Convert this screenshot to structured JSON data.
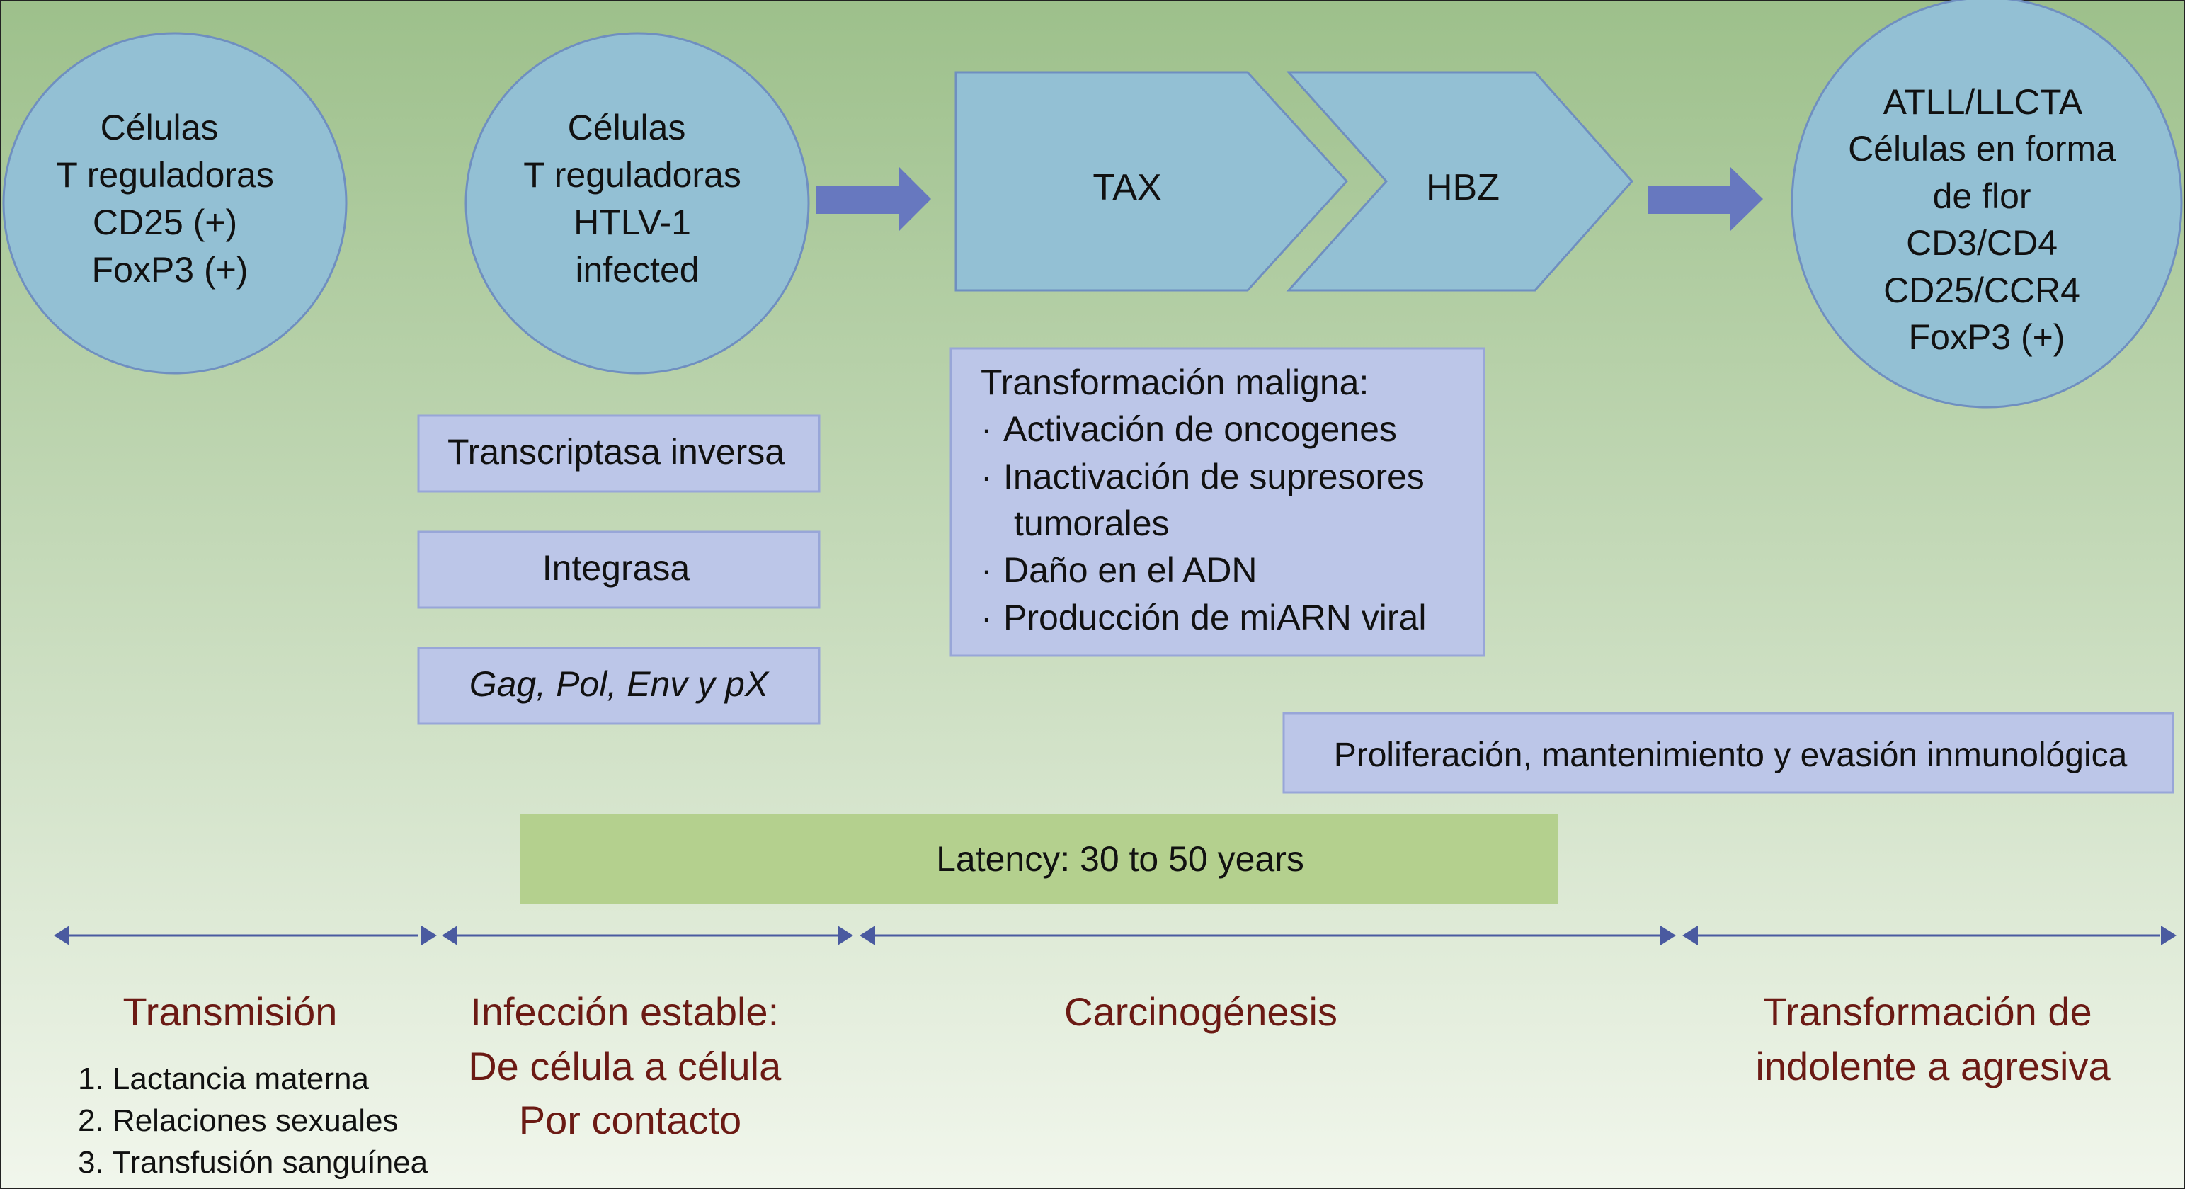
{
  "colors": {
    "background_top": "#9dc08b",
    "background_bottom": "#f1f6ec",
    "circle_fill": "#93c0d4",
    "circle_stroke": "#6f8fc0",
    "chevron_fill": "#93c0d4",
    "box_fill": "#bcc6e8",
    "box_stroke": "#98a6d8",
    "latency_fill": "#b4d08e",
    "arrow_fill": "#6778bf",
    "timeline_color": "#4a5aa0",
    "stage_title_color": "#6b1a14",
    "text_color": "#111111"
  },
  "circles": {
    "treg": {
      "lines": [
        "Células",
        "T reguladoras",
        "CD25 (+)",
        "FoxP3 (+)"
      ]
    },
    "infected": {
      "lines": [
        "Células",
        "T reguladoras",
        "HTLV-1",
        "infected"
      ]
    },
    "atll": {
      "lines": [
        "ATLL/LLCTA",
        "Células en forma",
        "de flor",
        "CD3/CD4",
        "CD25/CCR4",
        "FoxP3 (+)"
      ]
    }
  },
  "chevrons": {
    "tax": "TAX",
    "hbz": "HBZ"
  },
  "boxes": {
    "transcriptasa": "Transcriptasa inversa",
    "integrasa": "Integrasa",
    "genes": "Gag, Pol, Env y pX",
    "transformacion": {
      "title": "Transformación maligna:",
      "bullet": "·",
      "items": [
        "Activación de oncogenes",
        "Inactivación de supresores",
        "tumorales",
        "Daño en el ADN",
        "Producción de miARN viral"
      ]
    },
    "proliferacion": "Proliferación, mantenimiento y evasión inmunológica"
  },
  "latency": "Latency: 30 to 50 years",
  "stages": {
    "transmision": {
      "title": "Transmisión",
      "items": [
        "1. Lactancia materna",
        "2. Relaciones sexuales",
        "3. Transfusión sanguínea"
      ]
    },
    "infeccion": {
      "lines": [
        "Infección estable:",
        "De célula a célula",
        "Por contacto"
      ]
    },
    "carcinogenesis": {
      "title": "Carcinogénesis"
    },
    "transformacion": {
      "lines": [
        "Transformación de",
        "indolente a agresiva"
      ]
    }
  }
}
